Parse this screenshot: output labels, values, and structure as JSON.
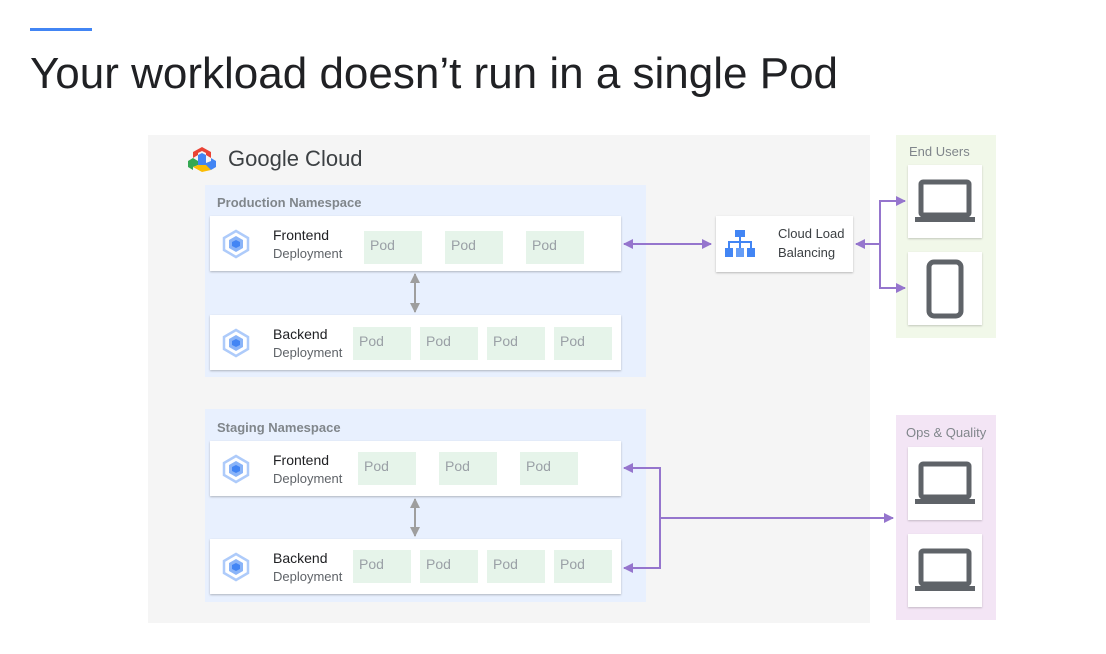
{
  "slide": {
    "title": "Your workload doesn’t run in a single Pod"
  },
  "cloud": {
    "name": "Google Cloud"
  },
  "namespaces": [
    {
      "label": "Production Namespace",
      "frontend": {
        "name": "Frontend",
        "type": "Deployment",
        "pods": [
          "Pod",
          "Pod",
          "Pod"
        ]
      },
      "backend": {
        "name": "Backend",
        "type": "Deployment",
        "pods": [
          "Pod",
          "Pod",
          "Pod",
          "Pod"
        ]
      }
    },
    {
      "label": "Staging Namespace",
      "frontend": {
        "name": "Frontend",
        "type": "Deployment",
        "pods": [
          "Pod",
          "Pod",
          "Pod"
        ]
      },
      "backend": {
        "name": "Backend",
        "type": "Deployment",
        "pods": [
          "Pod",
          "Pod",
          "Pod",
          "Pod"
        ]
      }
    }
  ],
  "load_balancer": {
    "line1": "Cloud Load",
    "line2": "Balancing",
    "icon": "load-balancer-icon"
  },
  "end_users": {
    "label": "End Users",
    "devices": [
      "laptop-icon",
      "tablet-icon"
    ]
  },
  "ops": {
    "label": "Ops & Quality",
    "devices": [
      "laptop-icon",
      "laptop-icon"
    ]
  },
  "colors": {
    "accent_rule": "#4285f4",
    "namespace_bg": "#e8f0fe",
    "pod_bg": "#e6f4ea",
    "end_users_bg": "#f1f8e9",
    "ops_bg": "#f3e5f5",
    "arrow_purple": "#9575cd",
    "arrow_grey": "#9e9e9e"
  }
}
